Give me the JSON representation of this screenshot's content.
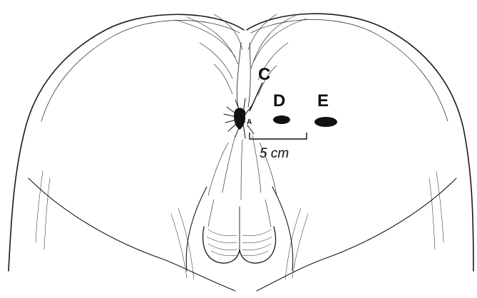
{
  "labels": {
    "anus": "A",
    "c": "C",
    "d": "D",
    "e": "E",
    "measurement": "5 cm"
  },
  "colors": {
    "ink": "#111111",
    "background": "#ffffff"
  }
}
